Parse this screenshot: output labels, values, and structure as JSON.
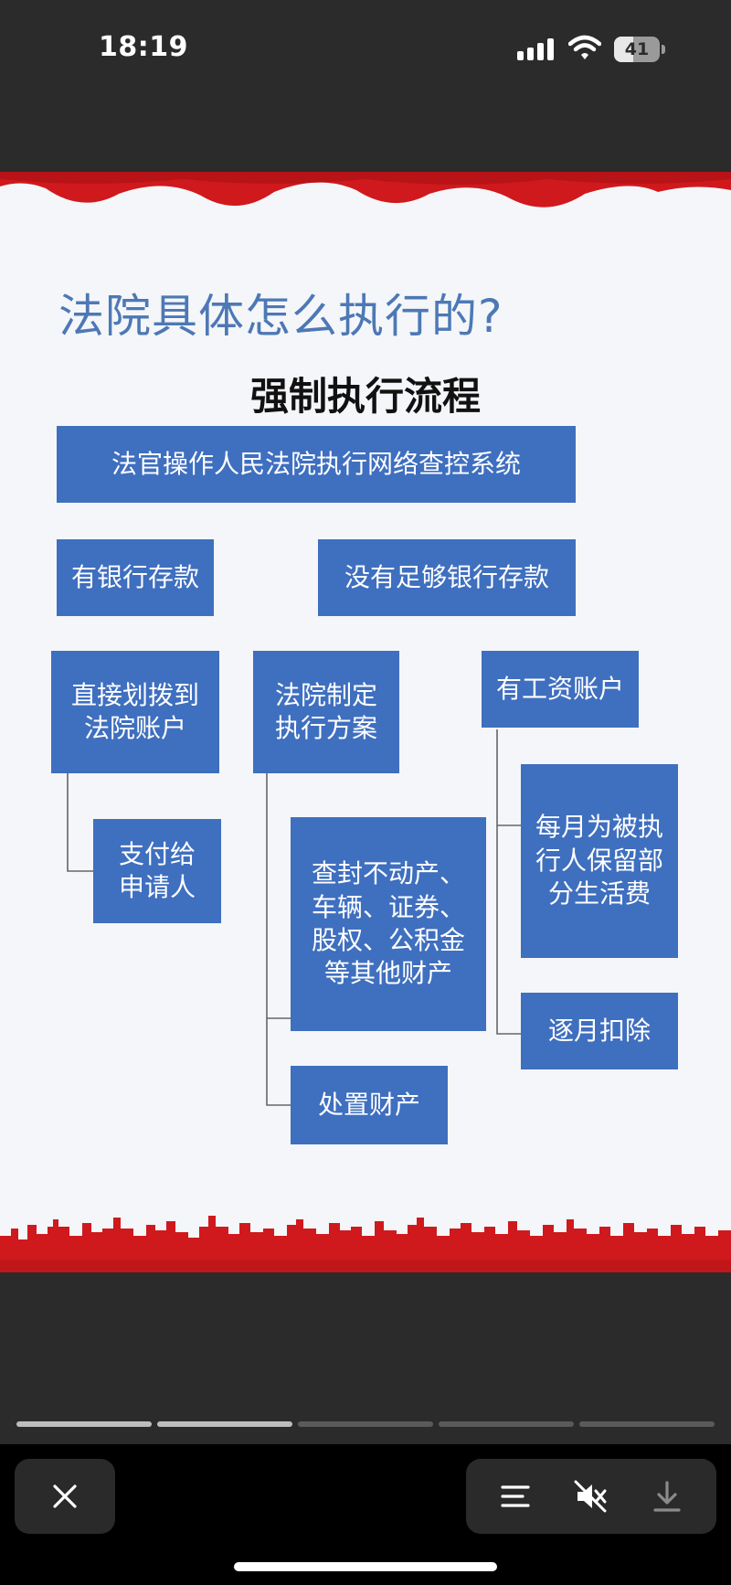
{
  "status": {
    "time": "18:19",
    "battery": "41",
    "battery_level": 0.41
  },
  "slide": {
    "heading": "法院具体怎么执行的?",
    "flow_title": "强制执行流程",
    "nodes": {
      "root": "法官操作人民法院执行网络查控系统",
      "has_deposit": "有银行存款",
      "no_deposit": "没有足够银行存款",
      "transfer": "直接划拨到法院账户",
      "plan": "法院制定执行方案",
      "salary": "有工资账户",
      "pay": "支付给申请人",
      "seize": "查封不动产、车辆、证券、股权、公积金等其他财产",
      "reserve": "每月为被执行人保留部分生活费",
      "deduct": "逐月扣除",
      "dispose": "处置财产"
    },
    "colors": {
      "box": "#3f6fbf",
      "heading": "#4d78b5",
      "accent": "#d0191d"
    }
  },
  "viewer": {
    "progress": {
      "total": 5,
      "viewed": 2
    },
    "icons": {
      "close": "close-icon",
      "menu": "menu-icon",
      "mute": "speaker-muted-icon",
      "download": "download-icon"
    }
  }
}
